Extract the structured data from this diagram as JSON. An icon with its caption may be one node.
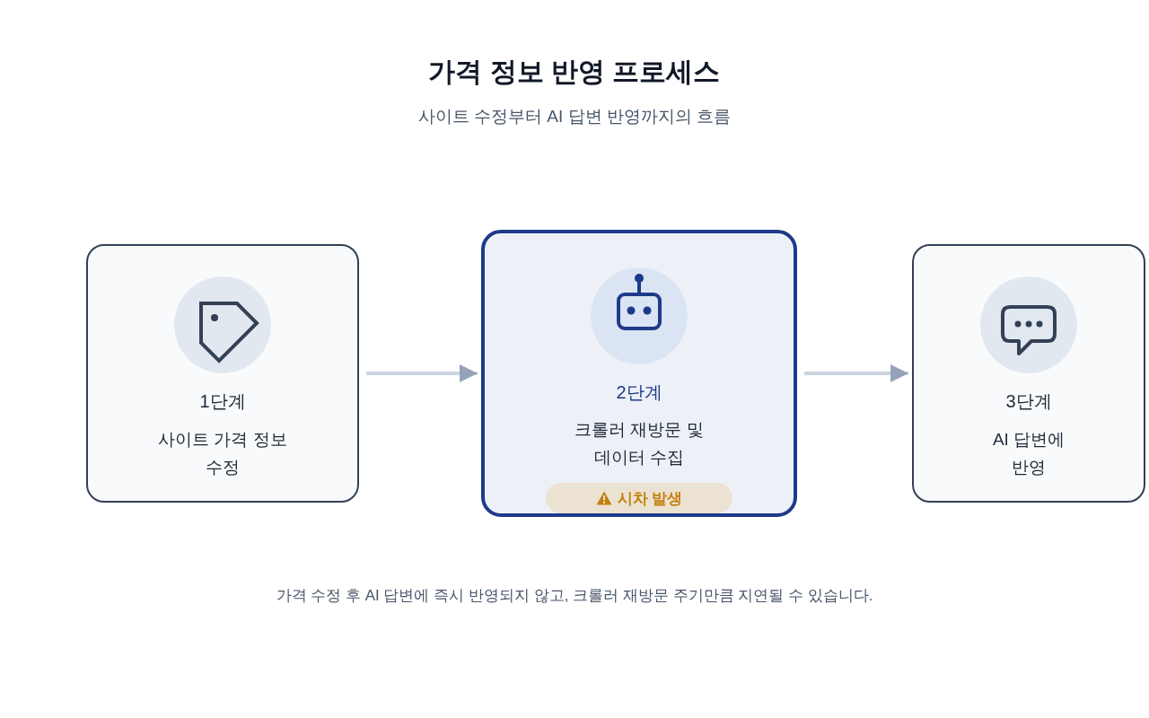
{
  "diagram": {
    "title": "가격 정보 반영 프로세스",
    "labels": [
      "사이트 수정부터 AI 답변 반영까지의 흐름"
    ],
    "nodes": [
      {
        "text": [
          "1단계",
          "사이트 가격 정보 수정"
        ]
      },
      {
        "text": [
          "2단계",
          "크롤러 재방문 및 데이터 수집"
        ]
      },
      {
        "text": [
          "시차 발생"
        ],
        "in": 1
      },
      {
        "text": [
          "3단계",
          "AI 답변에 반영"
        ]
      }
    ],
    "edges": [
      {
        "from": 0,
        "to": 1,
        "arrow": "to"
      },
      {
        "from": 1,
        "to": 3,
        "arrow": "to"
      }
    ],
    "caption": "가격 수정 후 AI 답변에 즉시 반영되지 않고, 크롤러 재방문 주기만큼 지연될 수 있습니다."
  }
}
